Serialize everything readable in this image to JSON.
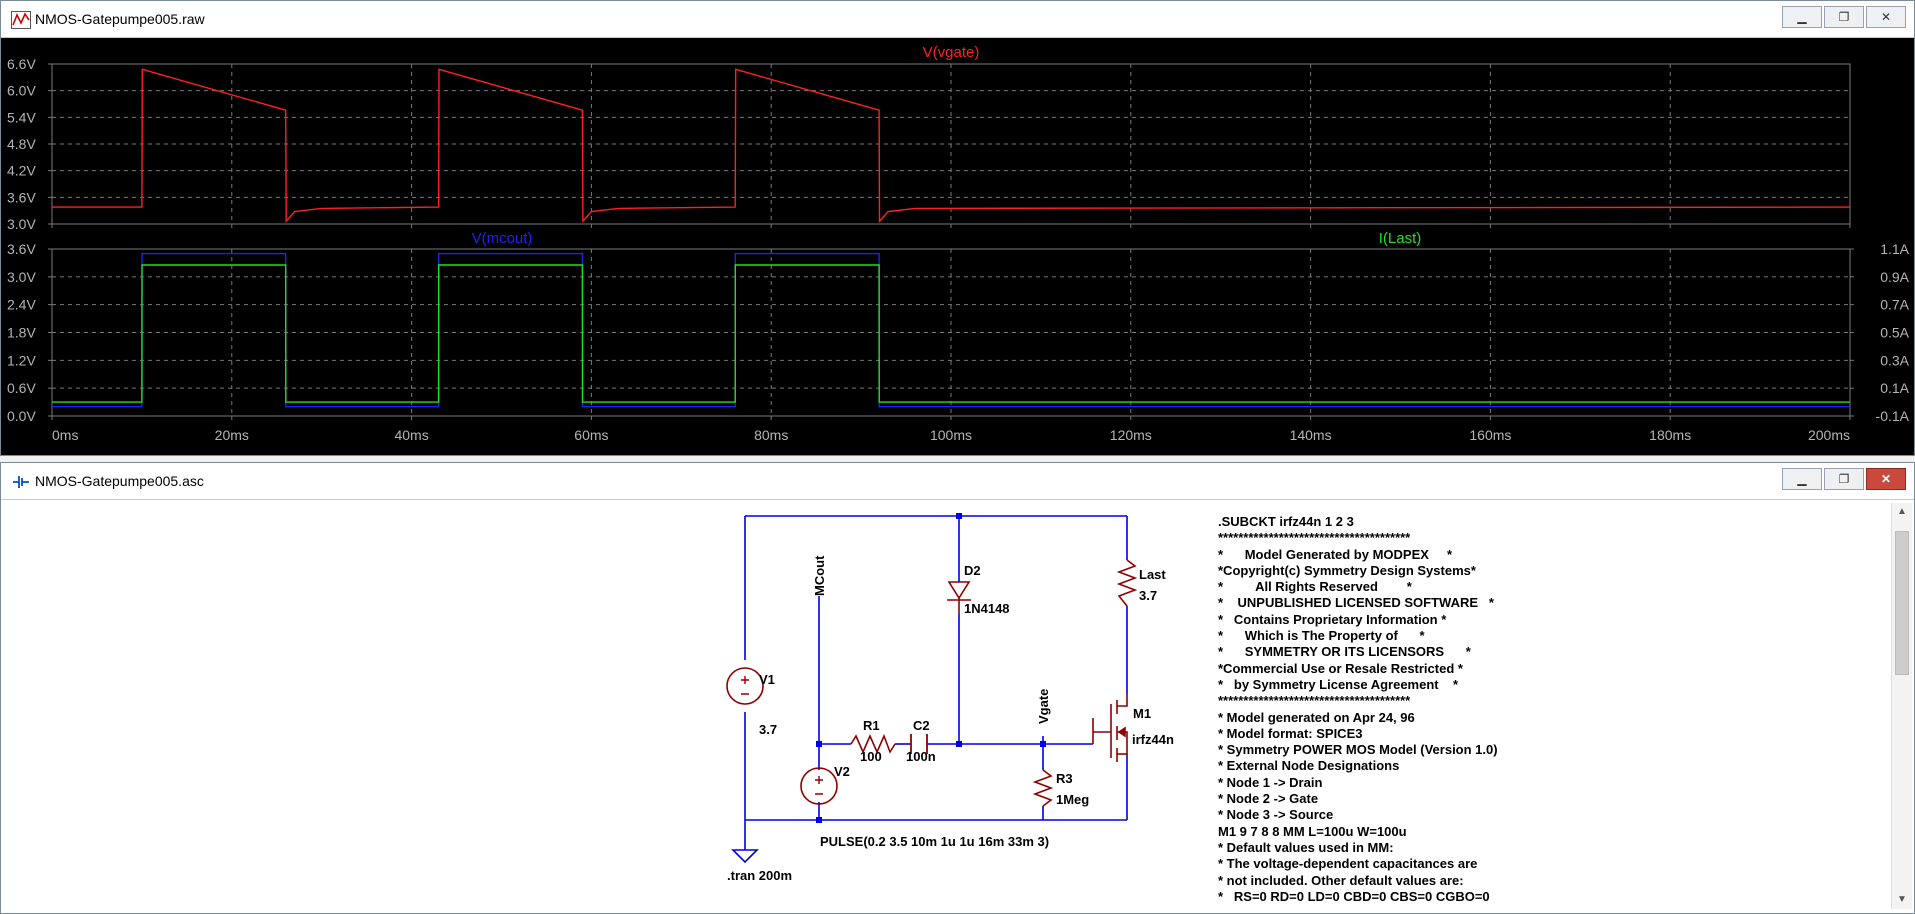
{
  "plot_window": {
    "title": "NMOS-Gatepumpe005.raw",
    "controls": {
      "minimize": "▁",
      "restore": "❐",
      "close": "✕"
    }
  },
  "schematic_window": {
    "title": "NMOS-Gatepumpe005.asc",
    "controls": {
      "minimize": "▁",
      "restore": "❐",
      "close": "✕"
    }
  },
  "colors": {
    "plot_background": "#000000",
    "grid": "#7a7a7a",
    "axis_text": "#b4b4b4",
    "vgate": "#ff2020",
    "vmcout": "#2020ff",
    "ilast": "#20e020",
    "wire": "#0000e0",
    "component": "#900000"
  },
  "chart_data": [
    {
      "type": "line",
      "pane": "top",
      "title": "V(vgate)",
      "x_ticks": [
        "0ms",
        "20ms",
        "40ms",
        "60ms",
        "80ms",
        "100ms",
        "120ms",
        "140ms",
        "160ms",
        "180ms",
        "200ms"
      ],
      "xlim": [
        0,
        200
      ],
      "y_ticks": [
        "6.6V",
        "6.0V",
        "5.4V",
        "4.8V",
        "4.2V",
        "3.6V",
        "3.0V"
      ],
      "ylim": [
        3.0,
        6.6
      ],
      "series": [
        {
          "name": "V(vgate)",
          "x": [
            0,
            10,
            10.05,
            26,
            26.05,
            27,
            30,
            43,
            43.05,
            59,
            59.05,
            60,
            63,
            76,
            76.05,
            92,
            92.05,
            93,
            96,
            200
          ],
          "y": [
            3.38,
            3.38,
            6.48,
            5.56,
            3.06,
            3.28,
            3.35,
            3.38,
            6.48,
            5.56,
            3.06,
            3.28,
            3.35,
            3.38,
            6.48,
            5.56,
            3.06,
            3.28,
            3.35,
            3.38
          ]
        }
      ]
    },
    {
      "type": "line",
      "pane": "bottom",
      "title_left": "V(mcout)",
      "title_right": "I(Last)",
      "x_ticks": [
        "0ms",
        "20ms",
        "40ms",
        "60ms",
        "80ms",
        "100ms",
        "120ms",
        "140ms",
        "160ms",
        "180ms",
        "200ms"
      ],
      "xlim": [
        0,
        200
      ],
      "y_ticks": [
        "3.6V",
        "3.0V",
        "2.4V",
        "1.8V",
        "1.2V",
        "0.6V",
        "0.0V"
      ],
      "ylim": [
        0.0,
        3.6
      ],
      "y2_ticks": [
        "1.1A",
        "0.9A",
        "0.7A",
        "0.5A",
        "0.3A",
        "0.1A",
        "-0.1A"
      ],
      "y2lim": [
        -0.1,
        1.1
      ],
      "series": [
        {
          "name": "V(mcout)",
          "axis": "left",
          "x": [
            0,
            10,
            10.01,
            26,
            26.01,
            43,
            43.01,
            59,
            59.01,
            76,
            76.01,
            92,
            92.01,
            200
          ],
          "y": [
            0.2,
            0.2,
            3.5,
            3.5,
            0.2,
            0.2,
            3.5,
            3.5,
            0.2,
            0.2,
            3.5,
            3.5,
            0.2,
            0.2
          ]
        },
        {
          "name": "I(Last)",
          "axis": "right",
          "x": [
            0,
            10,
            10.01,
            26,
            26.01,
            43,
            43.01,
            59,
            59.01,
            76,
            76.01,
            92,
            92.01,
            200
          ],
          "y": [
            0.0,
            0.0,
            0.985,
            0.985,
            0.0,
            0.0,
            0.985,
            0.985,
            0.0,
            0.0,
            0.985,
            0.985,
            0.0,
            0.0
          ]
        }
      ]
    }
  ],
  "schematic": {
    "labels": {
      "V1": "V1",
      "V1_value": "3.7",
      "V2": "V2",
      "R1": "R1",
      "R1_value": "100",
      "C2": "C2",
      "C2_value": "100n",
      "D2": "D2",
      "D2_value": "1N4148",
      "R3": "R3",
      "R3_value": "1Meg",
      "Last": "Last",
      "Last_value": "3.7",
      "M1": "M1",
      "M1_value": "irfz44n",
      "net_mcout": "MCout",
      "net_vgate": "Vgate",
      "v2_source": "PULSE(0.2 3.5 10m 1u 1u 16m 33m 3)",
      "tran": ".tran 200m"
    },
    "spice_lines": [
      ".SUBCKT irfz44n 1 2 3",
      "**************************************",
      "*      Model Generated by MODPEX     *",
      "*Copyright(c) Symmetry Design Systems*",
      "*         All Rights Reserved        *",
      "*    UNPUBLISHED LICENSED SOFTWARE   *",
      "*   Contains Proprietary Information *",
      "*      Which is The Property of      *",
      "*      SYMMETRY OR ITS LICENSORS      *",
      "*Commercial Use or Resale Restricted *",
      "*   by Symmetry License Agreement    *",
      "**************************************",
      "* Model generated on Apr 24, 96",
      "* Model format: SPICE3",
      "* Symmetry POWER MOS Model (Version 1.0)",
      "* External Node Designations",
      "* Node 1 -> Drain",
      "* Node 2 -> Gate",
      "* Node 3 -> Source",
      "M1 9 7 8 8 MM L=100u W=100u",
      "* Default values used in MM:",
      "* The voltage-dependent capacitances are",
      "* not included. Other default values are:",
      "*   RS=0 RD=0 LD=0 CBD=0 CBS=0 CGBO=0"
    ]
  }
}
